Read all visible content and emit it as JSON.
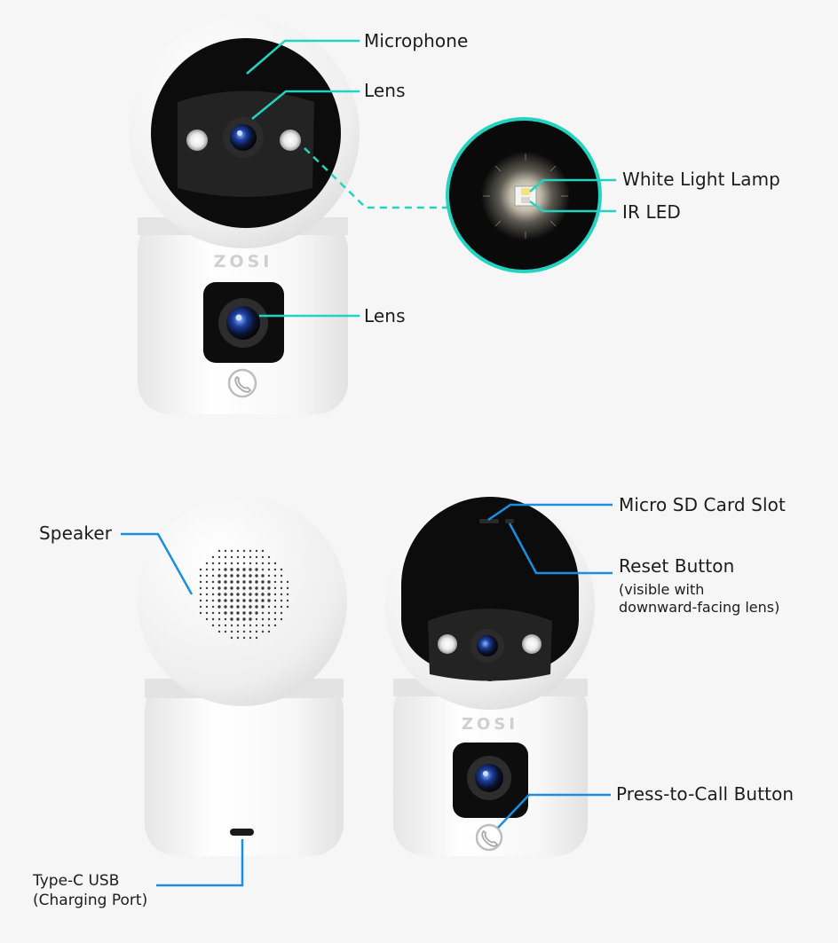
{
  "colors": {
    "background": "#f6f6f6",
    "accent_teal": "#22d3c0",
    "accent_blue": "#1a8fe0",
    "body_white": "#fbfbfb",
    "face_black": "#111111",
    "text": "#1c1c1c"
  },
  "brand": {
    "logo_text": "ZOSI"
  },
  "front_view": {
    "labels": {
      "microphone": "Microphone",
      "top_lens": "Lens",
      "white_light_lamp": "White Light Lamp",
      "ir_led": "IR LED",
      "bottom_lens": "Lens"
    }
  },
  "back_view": {
    "labels": {
      "speaker": "Speaker",
      "usb_line1": "Type-C USB",
      "usb_line2": "(Charging Port)"
    }
  },
  "side_view": {
    "labels": {
      "sd_slot": "Micro SD Card Slot",
      "reset_button": "Reset Button",
      "reset_note_line1": "(visible with",
      "reset_note_line2": "downward-facing lens)",
      "press_to_call": "Press-to-Call Button"
    }
  },
  "icons": {
    "call": "phone-icon"
  }
}
